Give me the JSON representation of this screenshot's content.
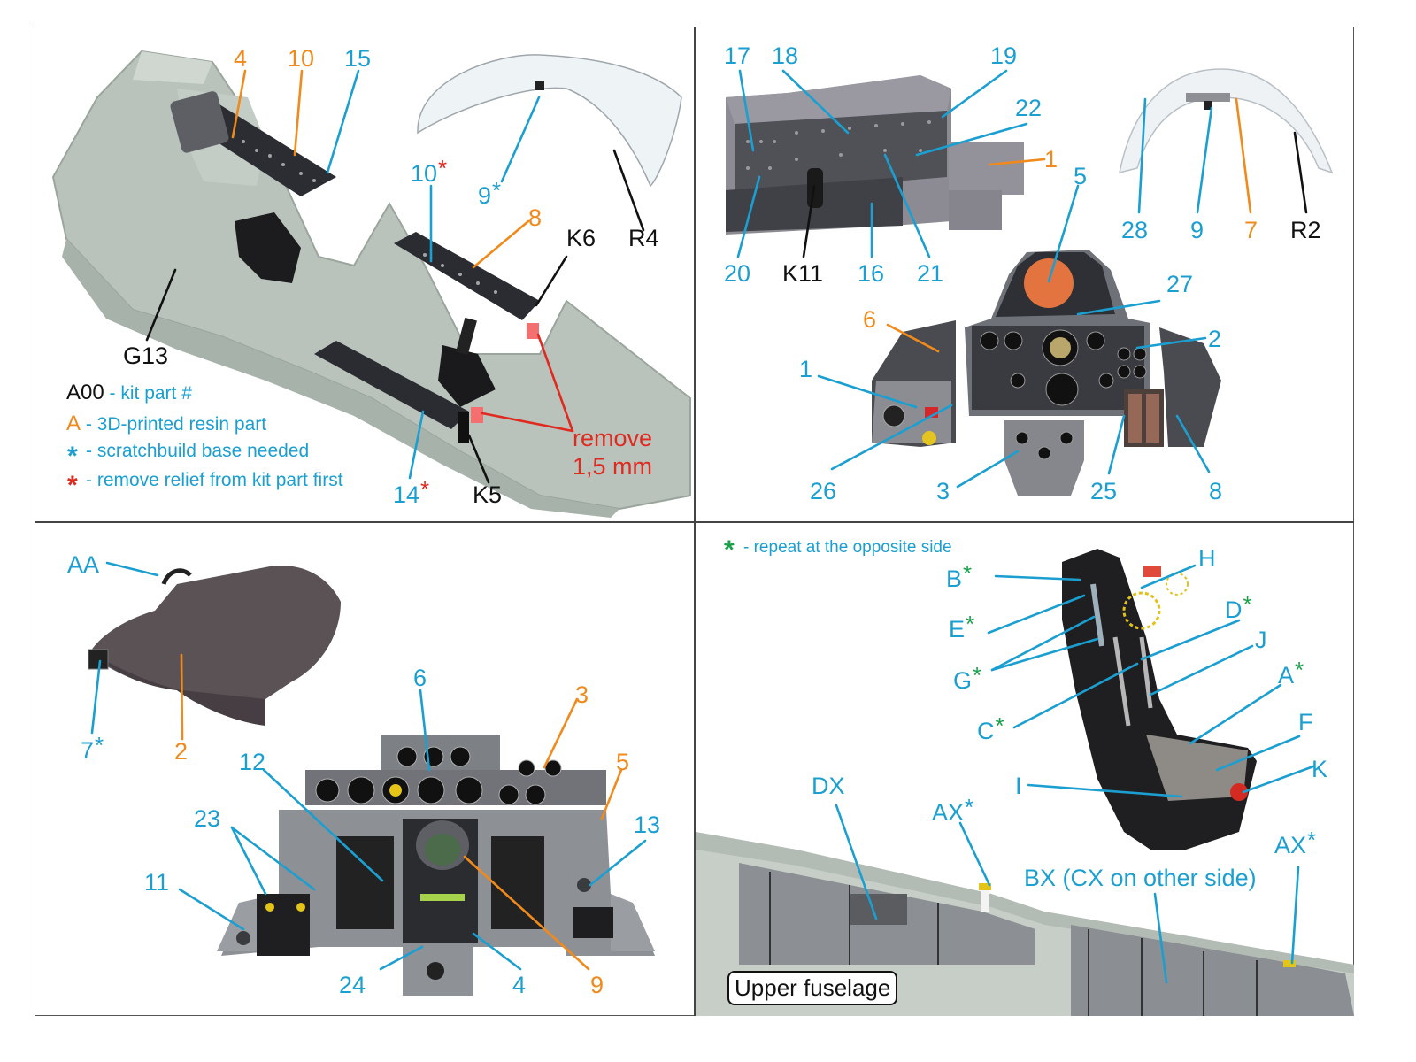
{
  "diagram": {
    "colors": {
      "kit_part": "#111111",
      "resin_part": "#f08a1c",
      "callout_line": "#1b9fd1",
      "scratchbuild_asterisk": "#1b9fd1",
      "remove_relief_asterisk": "#e02a20",
      "repeat_asterisk": "#19a04a",
      "remove_text": "#e02a20"
    },
    "panel_top_left": {
      "callouts": {
        "c4": "4",
        "c10": "10",
        "c15": "15",
        "c10s": "10",
        "c9s": "9",
        "cR4": "R4",
        "c8": "8",
        "cK6": "K6",
        "cG13": "G13",
        "c14s": "14",
        "cK5": "K5"
      },
      "remove_note": {
        "line1": "remove",
        "line2": "1,5 mm"
      },
      "legend": [
        {
          "key": "A00",
          "key_color": "black",
          "text": " - kit part #"
        },
        {
          "key": "A",
          "key_color": "orange",
          "text": " - 3D-printed resin part"
        },
        {
          "key": "*",
          "key_color": "blue",
          "text": " - scratchbuild base needed"
        },
        {
          "key": "*",
          "key_color": "red",
          "text": " - remove relief from kit part first"
        }
      ]
    },
    "panel_top_right": {
      "callouts": {
        "c17": "17",
        "c18": "18",
        "c19": "19",
        "c22": "22",
        "c1o": "1",
        "c20": "20",
        "cK11": "K11",
        "c16": "16",
        "c21": "21",
        "c28": "28",
        "c9": "9",
        "c7": "7",
        "cR2": "R2",
        "c5": "5",
        "c27": "27",
        "c6": "6",
        "c2": "2",
        "c1": "1",
        "c26": "26",
        "c3": "3",
        "c25": "25",
        "c8": "8"
      }
    },
    "panel_bottom_left": {
      "callouts": {
        "cAA": "AA",
        "c7s": "7",
        "c2": "2",
        "c6": "6",
        "c3": "3",
        "c12": "12",
        "c5": "5",
        "c23": "23",
        "c13": "13",
        "c11": "11",
        "c24": "24",
        "c4": "4",
        "c9": "9"
      }
    },
    "panel_bottom_right": {
      "note": " - repeat at the opposite side",
      "callouts": {
        "cH": "H",
        "cB": "B",
        "cE": "E",
        "cD": "D",
        "cG": "G",
        "cJ": "J",
        "cA": "A",
        "cC": "C",
        "cF": "F",
        "cK": "K",
        "cI": "I",
        "cDX": "DX",
        "cAX1": "AX",
        "cAX2": "AX",
        "cBX": "BX (CX on other side)"
      },
      "box_label": "Upper fuselage"
    }
  }
}
